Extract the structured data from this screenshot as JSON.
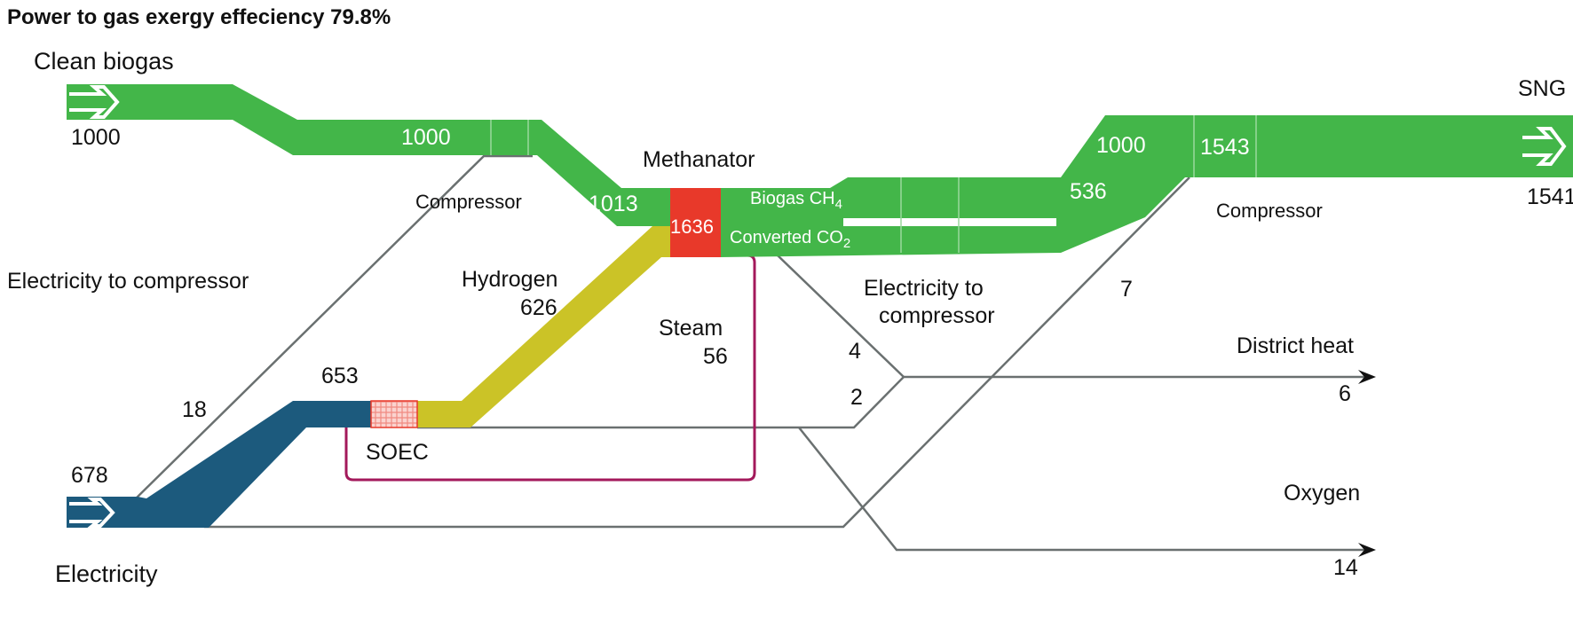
{
  "title": "Power to gas exergy effeciency 79.8%",
  "colors": {
    "biogas": "#43b649",
    "electricity": "#1c5a7d",
    "hydrogen": "#cbc327",
    "methanator": "#e8392a",
    "steam": "#a3195b",
    "line": "#6a7070"
  },
  "nodes": {
    "clean_biogas": "Clean biogas",
    "electricity": "Electricity",
    "methanator": "Methanator",
    "soec": "SOEC",
    "sng": "SNG",
    "compressor_left": "Compressor",
    "compressor_right": "Compressor",
    "district_heat": "District heat",
    "oxygen": "Oxygen"
  },
  "flows": {
    "biogas_in": "1000",
    "biogas_mid": "1000",
    "to_methanator": "1013",
    "methanator": "1636",
    "biogas_ch4": "Biogas CH",
    "biogas_ch4_sub": "4",
    "converted_co2": "Converted CO",
    "converted_co2_sub": "2",
    "ch4_out": "1000",
    "co2_out": "536",
    "sng_mid": "1543",
    "sng_out": "1541",
    "electricity_in": "678",
    "electricity_soec": "653",
    "electricity_compressor_left": "18",
    "electricity_compressor_left_label": "Electricity to compressor",
    "electricity_compressor_right_label_1": "Electricity to",
    "electricity_compressor_right_label_2": "compressor",
    "electricity_compressor_right": "7",
    "hydrogen_label": "Hydrogen",
    "hydrogen": "626",
    "steam_label": "Steam",
    "steam": "56",
    "heat_methanator": "4",
    "heat_soec": "2",
    "district_heat": "6",
    "oxygen": "14"
  }
}
